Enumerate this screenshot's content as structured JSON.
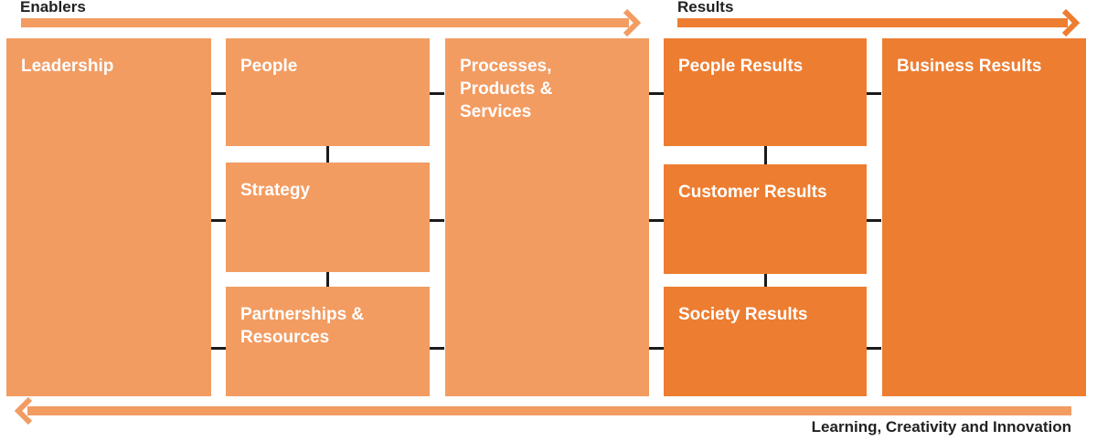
{
  "headers": {
    "enablers": "Enablers",
    "results": "Results"
  },
  "colors": {
    "enablers": "#F29C62",
    "results": "#ED7D31",
    "connector": "#1a1a1a"
  },
  "boxes": {
    "leadership": "Leadership",
    "people": "People",
    "strategy": "Strategy",
    "partnerships": "Partnerships & Resources",
    "processes": "Processes, Products & Services",
    "people_results": "People Results",
    "customer_results": "Customer Results",
    "society_results": "Society Results",
    "business_results": "Business Results"
  },
  "footer": {
    "label": "Learning, Creativity and Innovation"
  }
}
